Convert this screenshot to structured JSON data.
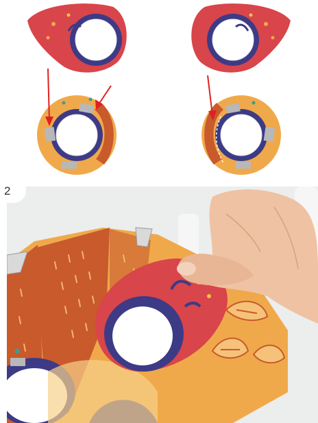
{
  "step": {
    "number": "2"
  },
  "colors": {
    "mask_orange": "#f0a94a",
    "mask_rust": "#c85a2c",
    "eye_red": "#d8454a",
    "eye_ring": "#3d3a86",
    "arrow_red": "#e02020",
    "tab_grey": "#b8b8b8",
    "teal_dot": "#3c9c97"
  },
  "icons": {
    "arrow": "red-arrow",
    "watermark": "light-grey-watermark"
  }
}
